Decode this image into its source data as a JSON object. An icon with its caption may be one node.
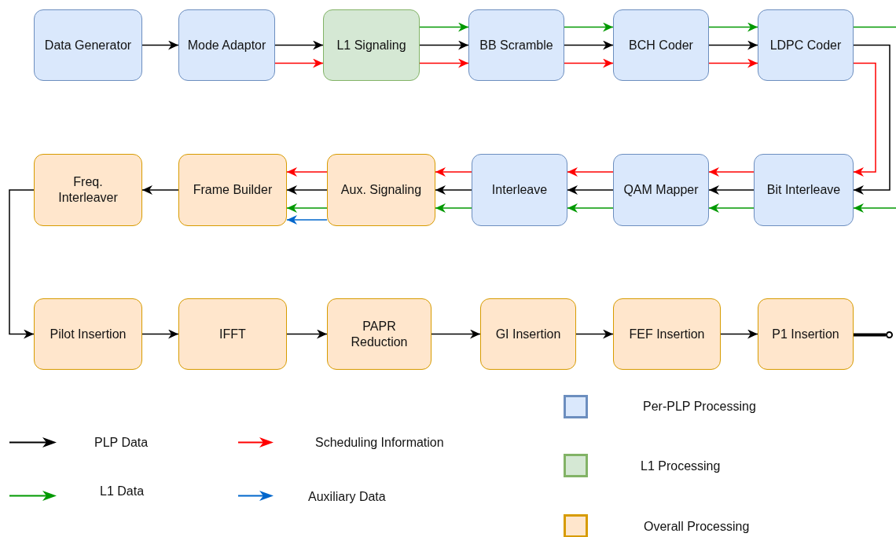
{
  "diagram": {
    "nodes": [
      {
        "text": [
          "Data Generator"
        ]
      },
      {
        "text": [
          "Mode Adaptor"
        ]
      },
      {
        "text": [
          "L1 Signaling"
        ]
      },
      {
        "text": [
          "BB Scramble"
        ]
      },
      {
        "text": [
          "BCH Coder"
        ]
      },
      {
        "text": [
          "LDPC Coder"
        ]
      },
      {
        "text": [
          "Freq. Interleaver"
        ]
      },
      {
        "text": [
          "Frame Builder"
        ]
      },
      {
        "text": [
          "Aux. Signaling"
        ]
      },
      {
        "text": [
          "Interleave"
        ]
      },
      {
        "text": [
          "QAM Mapper"
        ]
      },
      {
        "text": [
          "Bit Interleave"
        ]
      },
      {
        "text": [
          "Pilot Insertion"
        ]
      },
      {
        "text": [
          "IFFT"
        ]
      },
      {
        "text": [
          "PAPR Reduction"
        ]
      },
      {
        "text": [
          "GI Insertion"
        ]
      },
      {
        "text": [
          "FEF Insertion"
        ]
      },
      {
        "text": [
          "P1 Insertion"
        ]
      },
      {
        "text": [],
        "shape": "circle"
      }
    ],
    "edges": [
      {
        "from": 0,
        "to": 1,
        "arrow": "to"
      },
      {
        "from": 1,
        "to": 2,
        "arrow": "to"
      },
      {
        "from": 1,
        "to": 2,
        "arrow": "to",
        "color": "#ff0000"
      },
      {
        "from": 2,
        "to": 3,
        "arrow": "to",
        "color": "#009900"
      },
      {
        "from": 2,
        "to": 3,
        "arrow": "to"
      },
      {
        "from": 2,
        "to": 3,
        "arrow": "to",
        "color": "#ff0000"
      },
      {
        "from": 3,
        "to": 4,
        "arrow": "to",
        "color": "#009900"
      },
      {
        "from": 3,
        "to": 4,
        "arrow": "to"
      },
      {
        "from": 3,
        "to": 4,
        "arrow": "to",
        "color": "#ff0000"
      },
      {
        "from": 4,
        "to": 5,
        "arrow": "to",
        "color": "#009900"
      },
      {
        "from": 4,
        "to": 5,
        "arrow": "to"
      },
      {
        "from": 4,
        "to": 5,
        "arrow": "to",
        "color": "#ff0000"
      },
      {
        "from": 5,
        "to": null,
        "arrow": "none",
        "color": "#009900"
      },
      {
        "from": 5,
        "to": 11,
        "arrow": "to"
      },
      {
        "from": 5,
        "to": 11,
        "arrow": "to",
        "color": "#ff0000"
      },
      {
        "from": null,
        "to": 11,
        "arrow": "to",
        "color": "#009900"
      },
      {
        "from": 11,
        "to": 10,
        "arrow": "to",
        "color": "#ff0000"
      },
      {
        "from": 11,
        "to": 10,
        "arrow": "to"
      },
      {
        "from": 11,
        "to": 10,
        "arrow": "to",
        "color": "#009900"
      },
      {
        "from": 10,
        "to": 9,
        "arrow": "to",
        "color": "#ff0000"
      },
      {
        "from": 10,
        "to": 9,
        "arrow": "to"
      },
      {
        "from": 10,
        "to": 9,
        "arrow": "to",
        "color": "#009900"
      },
      {
        "from": 9,
        "to": 8,
        "arrow": "to",
        "color": "#ff0000"
      },
      {
        "from": 9,
        "to": 8,
        "arrow": "to"
      },
      {
        "from": 9,
        "to": 8,
        "arrow": "to",
        "color": "#009900"
      },
      {
        "from": 8,
        "to": 7,
        "arrow": "to",
        "color": "#ff0000"
      },
      {
        "from": 8,
        "to": 7,
        "arrow": "to"
      },
      {
        "from": 8,
        "to": 7,
        "arrow": "to",
        "color": "#009900"
      },
      {
        "from": 8,
        "to": 7,
        "arrow": "to",
        "color": "#0066cc"
      },
      {
        "from": 7,
        "to": 6,
        "arrow": "to"
      },
      {
        "from": 6,
        "to": 12,
        "arrow": "to"
      },
      {
        "from": 12,
        "to": 13,
        "arrow": "to"
      },
      {
        "from": 13,
        "to": 14,
        "arrow": "to"
      },
      {
        "from": 14,
        "to": 15,
        "arrow": "to"
      },
      {
        "from": 15,
        "to": 16,
        "arrow": "to"
      },
      {
        "from": 16,
        "to": 17,
        "arrow": "to"
      },
      {
        "from": 17,
        "to": 18,
        "arrow": "none",
        "style": "thick"
      }
    ],
    "legend": [
      {
        "text": "Per-PLP Processing",
        "color": "#dae8fc"
      },
      {
        "text": "PLP Data"
      },
      {
        "text": "Scheduling Information"
      },
      {
        "text": "L1 Processing",
        "color": "#d5e8d4"
      },
      {
        "text": "L1 Data"
      },
      {
        "text": "Auxiliary Data"
      },
      {
        "text": "Overall Processing",
        "color": "#ffe6cc"
      }
    ]
  }
}
